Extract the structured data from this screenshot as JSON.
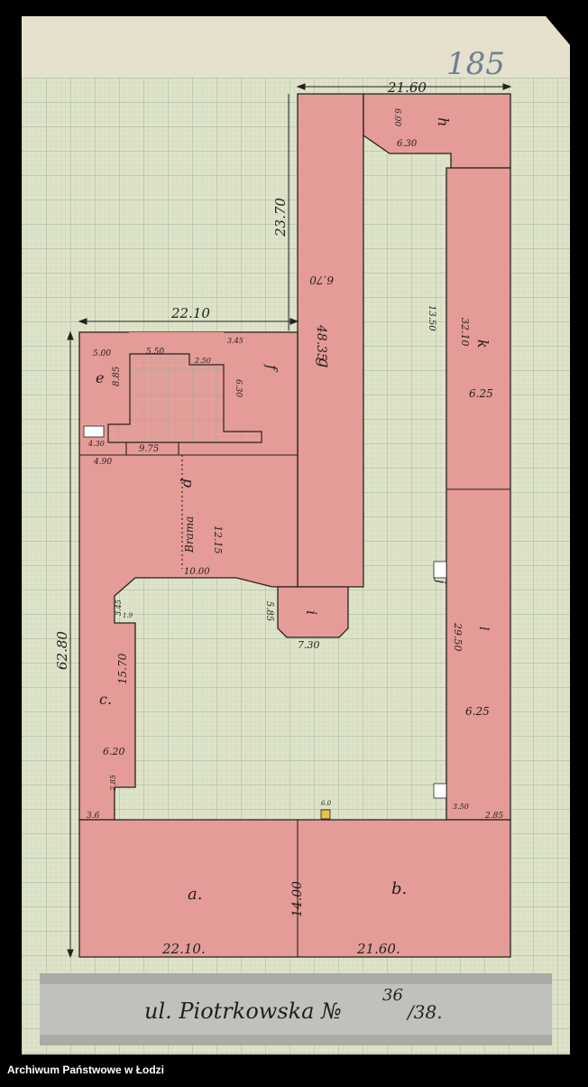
{
  "archive": {
    "credit": "Archiwum Państwowe w Łodzi"
  },
  "sheet": {
    "page_number": "185"
  },
  "caption": {
    "street": "ul. Piotrkowska №",
    "number_top": "36",
    "number_bottom": "/38."
  },
  "dimensions": {
    "top_right_width": "21.60",
    "left_wing_width": "22.10",
    "vertical_gap": "23.70",
    "total_height": "62.80",
    "bottom_left": "22.10.",
    "bottom_right": "21.60.",
    "front_depth": "14.00",
    "wing_g_length": "48.35",
    "wing_g_width": "6.70",
    "wing_k_length": "32.10",
    "wing_k_width": "6.25",
    "wing_k_inner": "13.50",
    "wing_h_width": "6.30",
    "wing_h_height": "6.00",
    "wing_l_length": "29.50",
    "wing_l_width": "6.25",
    "gate_length": "12.15",
    "gate_width": "10.00",
    "gate_seg": "9.75",
    "gate_seg2": "4.90",
    "wing_c_length": "15.70",
    "wing_c_width": "6.20",
    "block_e_w": "5.00",
    "block_e_h": "8.85",
    "block_f_w": "6.30",
    "block_f_w2": "5.50",
    "block_i_w": "7.30",
    "block_i_h": "5.85",
    "small_a": "2.50",
    "small_b": "4.30",
    "small_c": "3.6",
    "small_d": "3.45",
    "small_e": "1.9",
    "small_f": "3.45",
    "small_g": "2.85",
    "small_h": "3.50",
    "small_i": "2.85",
    "small_j": "6.0"
  },
  "labels": {
    "a": "a.",
    "b": "b.",
    "c": "c.",
    "e": "e",
    "f": "f",
    "g": "g",
    "h": "h",
    "i": "i",
    "k": "k",
    "l": "l",
    "j": "j",
    "gate": "Brama",
    "gate_letter": "d"
  },
  "colors": {
    "paper": "#dfe3c8",
    "grid": "#a9c4b0",
    "fill": "#e59b97",
    "frame": "#000000"
  }
}
